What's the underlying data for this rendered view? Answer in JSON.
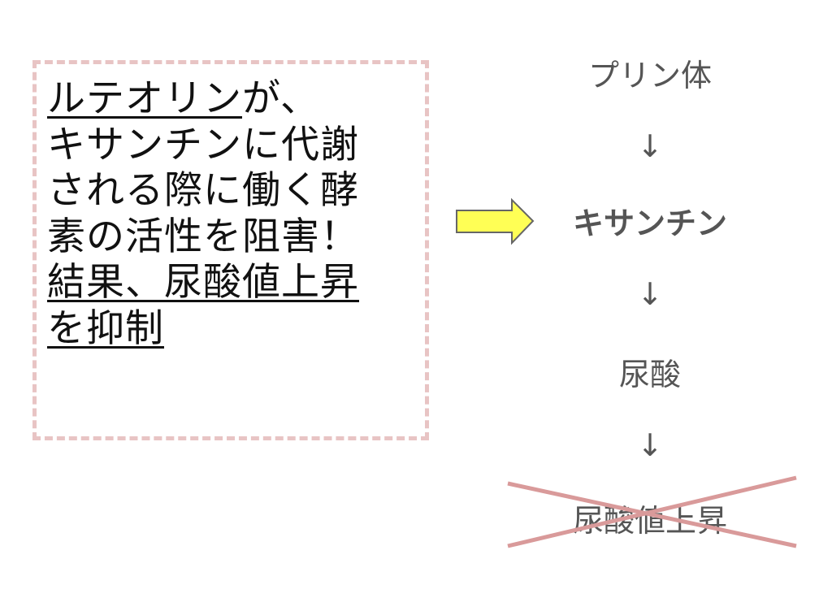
{
  "left_box": {
    "lines": [
      {
        "u": "ルテオリン",
        "t": "が、"
      },
      {
        "u": "",
        "t": "キサンチンに代謝"
      },
      {
        "u": "",
        "t": "される際に働く酵"
      },
      {
        "u": "",
        "t": "素の活性を阻害！"
      },
      {
        "u": "結果、尿酸値上昇",
        "t": ""
      },
      {
        "u": "を抑制",
        "t": ""
      }
    ]
  },
  "flow": {
    "step1": "プリン体",
    "arrow1": "↓",
    "step2": "キサンチン",
    "arrow2": "↓",
    "step3": "尿酸",
    "arrow3": "↓",
    "step4": "尿酸値上昇"
  },
  "colors": {
    "arrow_fill": "#ffff55",
    "border": "#e8c4c4",
    "cross": "#d99a9a"
  }
}
